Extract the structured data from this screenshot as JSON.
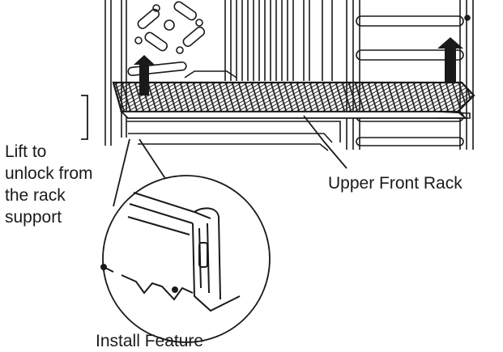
{
  "labels": {
    "lift_lines": [
      "Lift to",
      "unlock from",
      "the rack",
      "support"
    ],
    "upper_front_rack": "Upper Front Rack",
    "install_feature": "Install Feature"
  },
  "icons": [
    "up-arrow-icon",
    "up-arrow-icon"
  ],
  "colors": {
    "line": "#1a1a1a",
    "arrow_fill": "#1a1a1a",
    "background": "#ffffff"
  }
}
